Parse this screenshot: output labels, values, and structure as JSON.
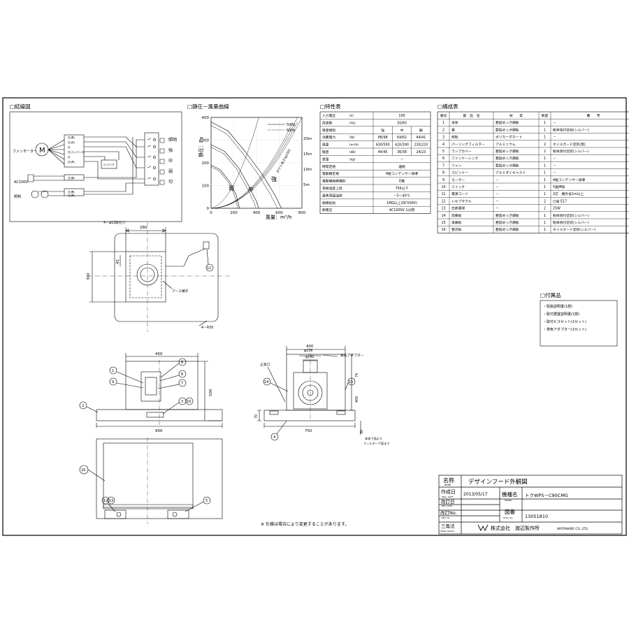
{
  "sections": {
    "wiring": "□結線図",
    "curve": "□静圧－風量曲線",
    "spec": "□特性表",
    "parts": "□構成表",
    "accessories": "□付属品"
  },
  "wiring": {
    "fan_motor": "ファンモーター",
    "motor_symbol": "M",
    "ac100v": "AC100V",
    "lighting": "照明",
    "switch_labels": [
      "照明",
      "強",
      "中",
      "弱",
      "切"
    ],
    "small_labels": [
      "白(黒)",
      "白(赤)",
      "灰",
      "白(コンデンサ)",
      "灰",
      "白(青)",
      "白(黄)",
      "白(黒)",
      "白(青)"
    ],
    "capacitor": "コンデンサ"
  },
  "curve": {
    "y_label": "静圧：Pa",
    "x_label": "風量：m³/h",
    "y_ticks": [
      "400",
      "300",
      "200",
      "100",
      "0"
    ],
    "x_ticks": [
      "0",
      "200",
      "400",
      "600",
      "800"
    ],
    "right_ticks": [
      "20m",
      "15m",
      "10m",
      "5m"
    ],
    "legend": [
      "50Hz",
      "60Hz"
    ],
    "curve_labels": [
      "弱",
      "中",
      "強"
    ],
    "rotated_label": "ダクト長さ(φ150)"
  },
  "spec": {
    "rows": [
      {
        "label": "入力電圧",
        "unit": "(V)",
        "values": [
          "100"
        ]
      },
      {
        "label": "周波数",
        "unit": "(Hz)",
        "values": [
          "50/60"
        ]
      },
      {
        "label": "風量類別",
        "unit": "",
        "values": [
          "強",
          "中",
          "弱"
        ]
      },
      {
        "label": "消費電力",
        "unit": "(W)",
        "values": [
          "88/98",
          "64/62",
          "44/41"
        ]
      },
      {
        "label": "風量",
        "unit": "(m³/h)",
        "values": [
          "630/590",
          "420/390",
          "230/220"
        ]
      },
      {
        "label": "騒音",
        "unit": "(dB)",
        "values": [
          "44/45",
          "36/38",
          "24/23"
        ]
      },
      {
        "label": "質量",
        "unit": "(kg)",
        "values": [
          "－"
        ]
      },
      {
        "label": "時間定格",
        "unit": "",
        "values": [
          "連続"
        ]
      },
      {
        "label": "電動機定格",
        "unit": "",
        "values": [
          "4極コンデンサー誘導"
        ]
      },
      {
        "label": "電動機絶縁種別",
        "unit": "",
        "values": [
          "E種"
        ]
      },
      {
        "label": "巻線温度上昇",
        "unit": "",
        "values": [
          "75K以下"
        ]
      },
      {
        "label": "基準周囲温度",
        "unit": "",
        "values": [
          "－5～40℃"
        ]
      },
      {
        "label": "絶縁抵抗",
        "unit": "",
        "values": [
          "1MΩ以上(DC500V)"
        ]
      },
      {
        "label": "耐電圧",
        "unit": "",
        "values": [
          "AC1000V 1分間"
        ]
      }
    ]
  },
  "parts": {
    "headers": [
      "番号",
      "部　品　名",
      "材　　質",
      "数量",
      "備　　考"
    ],
    "rows": [
      [
        "1",
        "本体",
        "亜鉛めっき鋼板",
        "1",
        "－"
      ],
      [
        "2",
        "幕",
        "亜鉛めっき鋼板",
        "1",
        "粉体焼付塗装(シルバー)"
      ],
      [
        "3",
        "前板",
        "ポリカーボネート",
        "1",
        "－"
      ],
      [
        "4",
        "パーリングフィルター",
        "アルミニウム",
        "2",
        "オイルガード塗装(黒)"
      ],
      [
        "5",
        "ランプカバー",
        "亜鉛めっき鋼板",
        "2",
        "粉体焼付塗装(シルバー)"
      ],
      [
        "6",
        "ファンケーシング",
        "亜鉛めっき鋼板",
        "1",
        "－"
      ],
      [
        "7",
        "ファン",
        "亜鉛めっき鋼板",
        "1",
        "－"
      ],
      [
        "8",
        "スピンナー",
        "アルミダイキャスト",
        "1",
        "－"
      ],
      [
        "9",
        "モーター",
        "－",
        "1",
        "4極コンデンサー誘導"
      ],
      [
        "10",
        "スイッチ",
        "－",
        "1",
        "5連押釦"
      ],
      [
        "11",
        "電源コード",
        "－",
        "1",
        "2芯　機外長1m以上"
      ],
      [
        "12",
        "レセプタクル",
        "－",
        "2",
        "口金 E17"
      ],
      [
        "13",
        "白熱電球",
        "－",
        "2",
        "25W"
      ],
      [
        "14",
        "前幕板",
        "亜鉛めっき鋼板",
        "1",
        "粉体焼付塗装(シルバー)"
      ],
      [
        "15",
        "後幕板",
        "亜鉛めっき鋼板",
        "1",
        "粉体焼付塗装(シルバー)"
      ],
      [
        "16",
        "整流板",
        "亜鉛めっき鋼板",
        "1",
        "オイルガード塗装(シルバー)"
      ]
    ]
  },
  "accessories": {
    "items": [
      "・取扱説明書(1部)",
      "・取付据置説明書(1部)",
      "・取付ビスセット(1セット)",
      "・排気アダプター(1セット)"
    ]
  },
  "top_view": {
    "dim_top": "280",
    "dim_left": "300",
    "dim_small": "45",
    "hole_label": "4－φ12取付穴",
    "earth_label": "アース端子",
    "corner_label": "4－R30",
    "balloon": "11"
  },
  "front_view": {
    "dim_top": "400",
    "dim_bottom": "900",
    "dim_height": "500",
    "balloons": [
      "1",
      "6",
      "8",
      "7",
      "9",
      "3",
      "10",
      "2"
    ]
  },
  "side_view": {
    "dim_top": "400",
    "dim_d156": "φ156",
    "dim_d142": "φ142",
    "dim_bottom": "750",
    "dim_74": "74",
    "dim_400": "400",
    "dim_70": "70",
    "dim_30": "30",
    "adapter": "排気アダプター",
    "bracket": "止金口",
    "filter_note1": "本体下面より",
    "filter_note2": "フィルター下面まで",
    "balloons": [
      "14",
      "15",
      "4"
    ]
  },
  "bottom_view": {
    "balloons": [
      "16",
      "12",
      "13",
      "5"
    ]
  },
  "note": "※ 仕様は場合により変更することがあります。",
  "title_block": {
    "name_label": "名称",
    "name_sub": "NAME",
    "name_value": "デザインフード外観図",
    "date_label": "作成日",
    "date_sub": "DRG. DATE",
    "date_value": "2013/05/17",
    "model_label": "機種名",
    "model_sub": "MODEL",
    "model_value": "トクWPS－C90CMG",
    "rev_date_label": "改訂日",
    "rev_date_sub": "REV. DATE",
    "rev_no_label": "改訂No.",
    "rev_no_sub": "REV. No.",
    "dwg_label": "図番",
    "dwg_sub": "DWG. No.",
    "dwg_value": "13051810",
    "angle_label": "三角法",
    "angle_sub": "THIRD ANGLE",
    "company": "株式会社　渡辺製作所",
    "company_en": "WATANABE CO.,LTD."
  }
}
